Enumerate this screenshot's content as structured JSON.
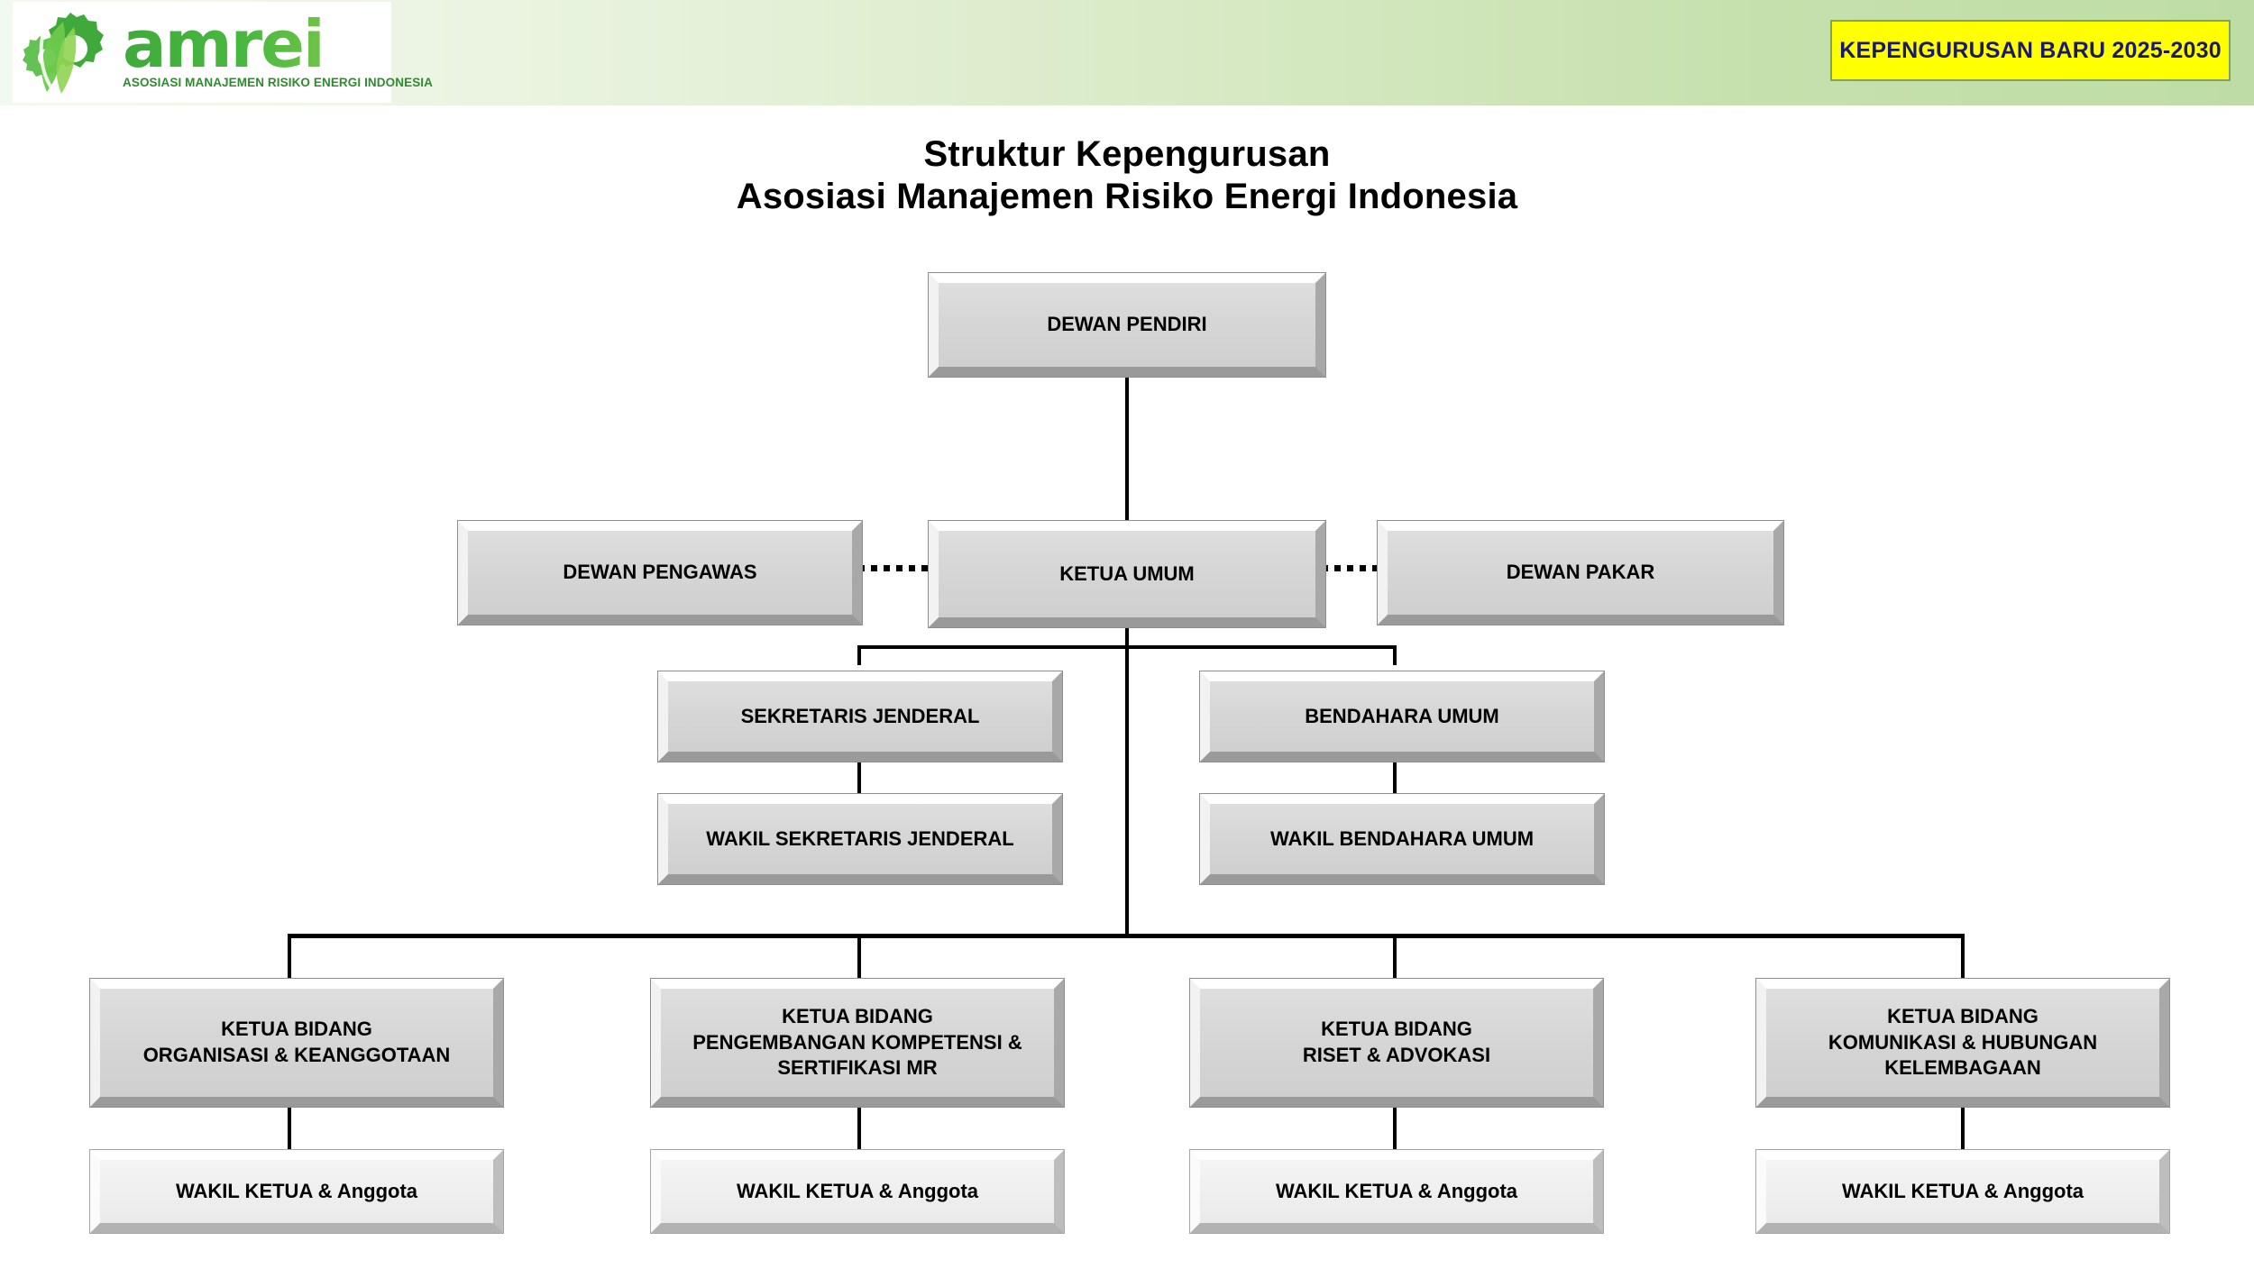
{
  "header": {
    "logo": {
      "icon": "gear-leaf-logo-icon",
      "wordmark": "amrei",
      "tagline": "ASOSIASI MANAJEMEN RISIKO ENERGI INDONESIA"
    },
    "badge": {
      "label": "KEPENGURUSAN BARU 2025-2030",
      "bg_color": "#ffff00",
      "text_color": "#191970",
      "border_color": "#7fa35f"
    },
    "band_gradient_from": "#f4f9ef",
    "band_gradient_to": "#bedda4"
  },
  "title": {
    "line1": "Struktur Kepengurusan",
    "line2": "Asosiasi Manajemen Risiko Energi Indonesia"
  },
  "org_chart": {
    "nodes": [
      {
        "id": "dewan-pendiri",
        "label": "DEWAN PENDIRI"
      },
      {
        "id": "dewan-pengawas",
        "label": "DEWAN PENGAWAS"
      },
      {
        "id": "ketua-umum",
        "label": "KETUA UMUM"
      },
      {
        "id": "dewan-pakar",
        "label": "DEWAN PAKAR"
      },
      {
        "id": "sekretaris-jenderal",
        "label": "SEKRETARIS JENDERAL"
      },
      {
        "id": "bendahara-umum",
        "label": "BENDAHARA UMUM"
      },
      {
        "id": "wakil-sekretaris-jenderal",
        "label": "WAKIL SEKRETARIS JENDERAL"
      },
      {
        "id": "wakil-bendahara-umum",
        "label": "WAKIL BENDAHARA UMUM"
      }
    ],
    "bidang": [
      {
        "id": "bidang-organisasi",
        "line1": "KETUA BIDANG",
        "line2": "ORGANISASI & KEANGGOTAAN",
        "line3": "",
        "deputy": "WAKIL KETUA & Anggota"
      },
      {
        "id": "bidang-kompetensi",
        "line1": "KETUA BIDANG",
        "line2": "PENGEMBANGAN KOMPETENSI &",
        "line3": "SERTIFIKASI MR",
        "deputy": "WAKIL KETUA & Anggota"
      },
      {
        "id": "bidang-riset",
        "line1": "KETUA BIDANG",
        "line2": "RISET & ADVOKASI",
        "line3": "",
        "deputy": "WAKIL KETUA & Anggota"
      },
      {
        "id": "bidang-komunikasi",
        "line1": "KETUA BIDANG",
        "line2": "KOMUNIKASI & HUBUNGAN",
        "line3": "KELEMBAGAAN",
        "deputy": "WAKIL KETUA & Anggota"
      }
    ],
    "box_fill": "#d6d6d6",
    "connector_color": "#000000"
  }
}
